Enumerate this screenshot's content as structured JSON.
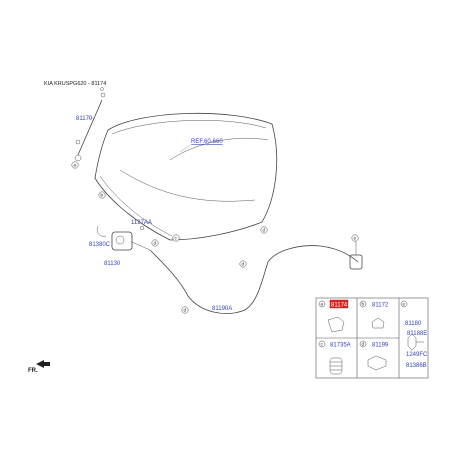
{
  "header": {
    "title": "KIA KRUSPG620 - 81174"
  },
  "parts": {
    "p81170": "81170",
    "ref": "REF.60-660",
    "p1127AA": "1127AA",
    "p81380C": "81380C",
    "p81130": "81130",
    "p81190A": "81190A"
  },
  "callouts": {
    "a": "a",
    "b": "b",
    "c": "c",
    "d": "d",
    "e": "e"
  },
  "table": {
    "a_label": "81174",
    "b_label": "81172",
    "c_label": "81735A",
    "d_label": "81199",
    "e_label": "81180",
    "e_sub1": "81188E",
    "e_sub2": "1249FC",
    "e_sub3": "81386B"
  },
  "orientation": {
    "label": "FR."
  },
  "colors": {
    "label_blue": "#3344bb",
    "highlight_red": "#dd2222",
    "line": "#444444"
  }
}
